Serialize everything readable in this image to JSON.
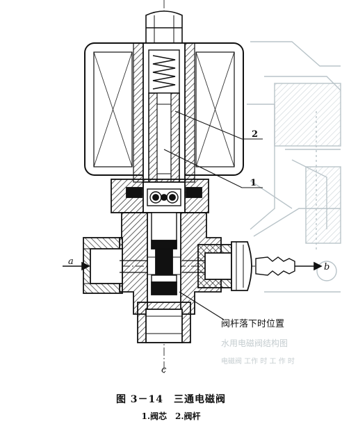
{
  "figure": {
    "title": "图 3－14　三通电磁阀",
    "legend": "1.阀芯　2.阀杆"
  },
  "labels": {
    "part_2": "2",
    "part_1": "1",
    "port_a": "a",
    "port_b": "b",
    "port_c": "c",
    "annotation": "阀杆落下时位置"
  },
  "faded_background_text": [
    "水用电磁阀结构图",
    "电磁阀 工作 时 工 作 时"
  ]
}
